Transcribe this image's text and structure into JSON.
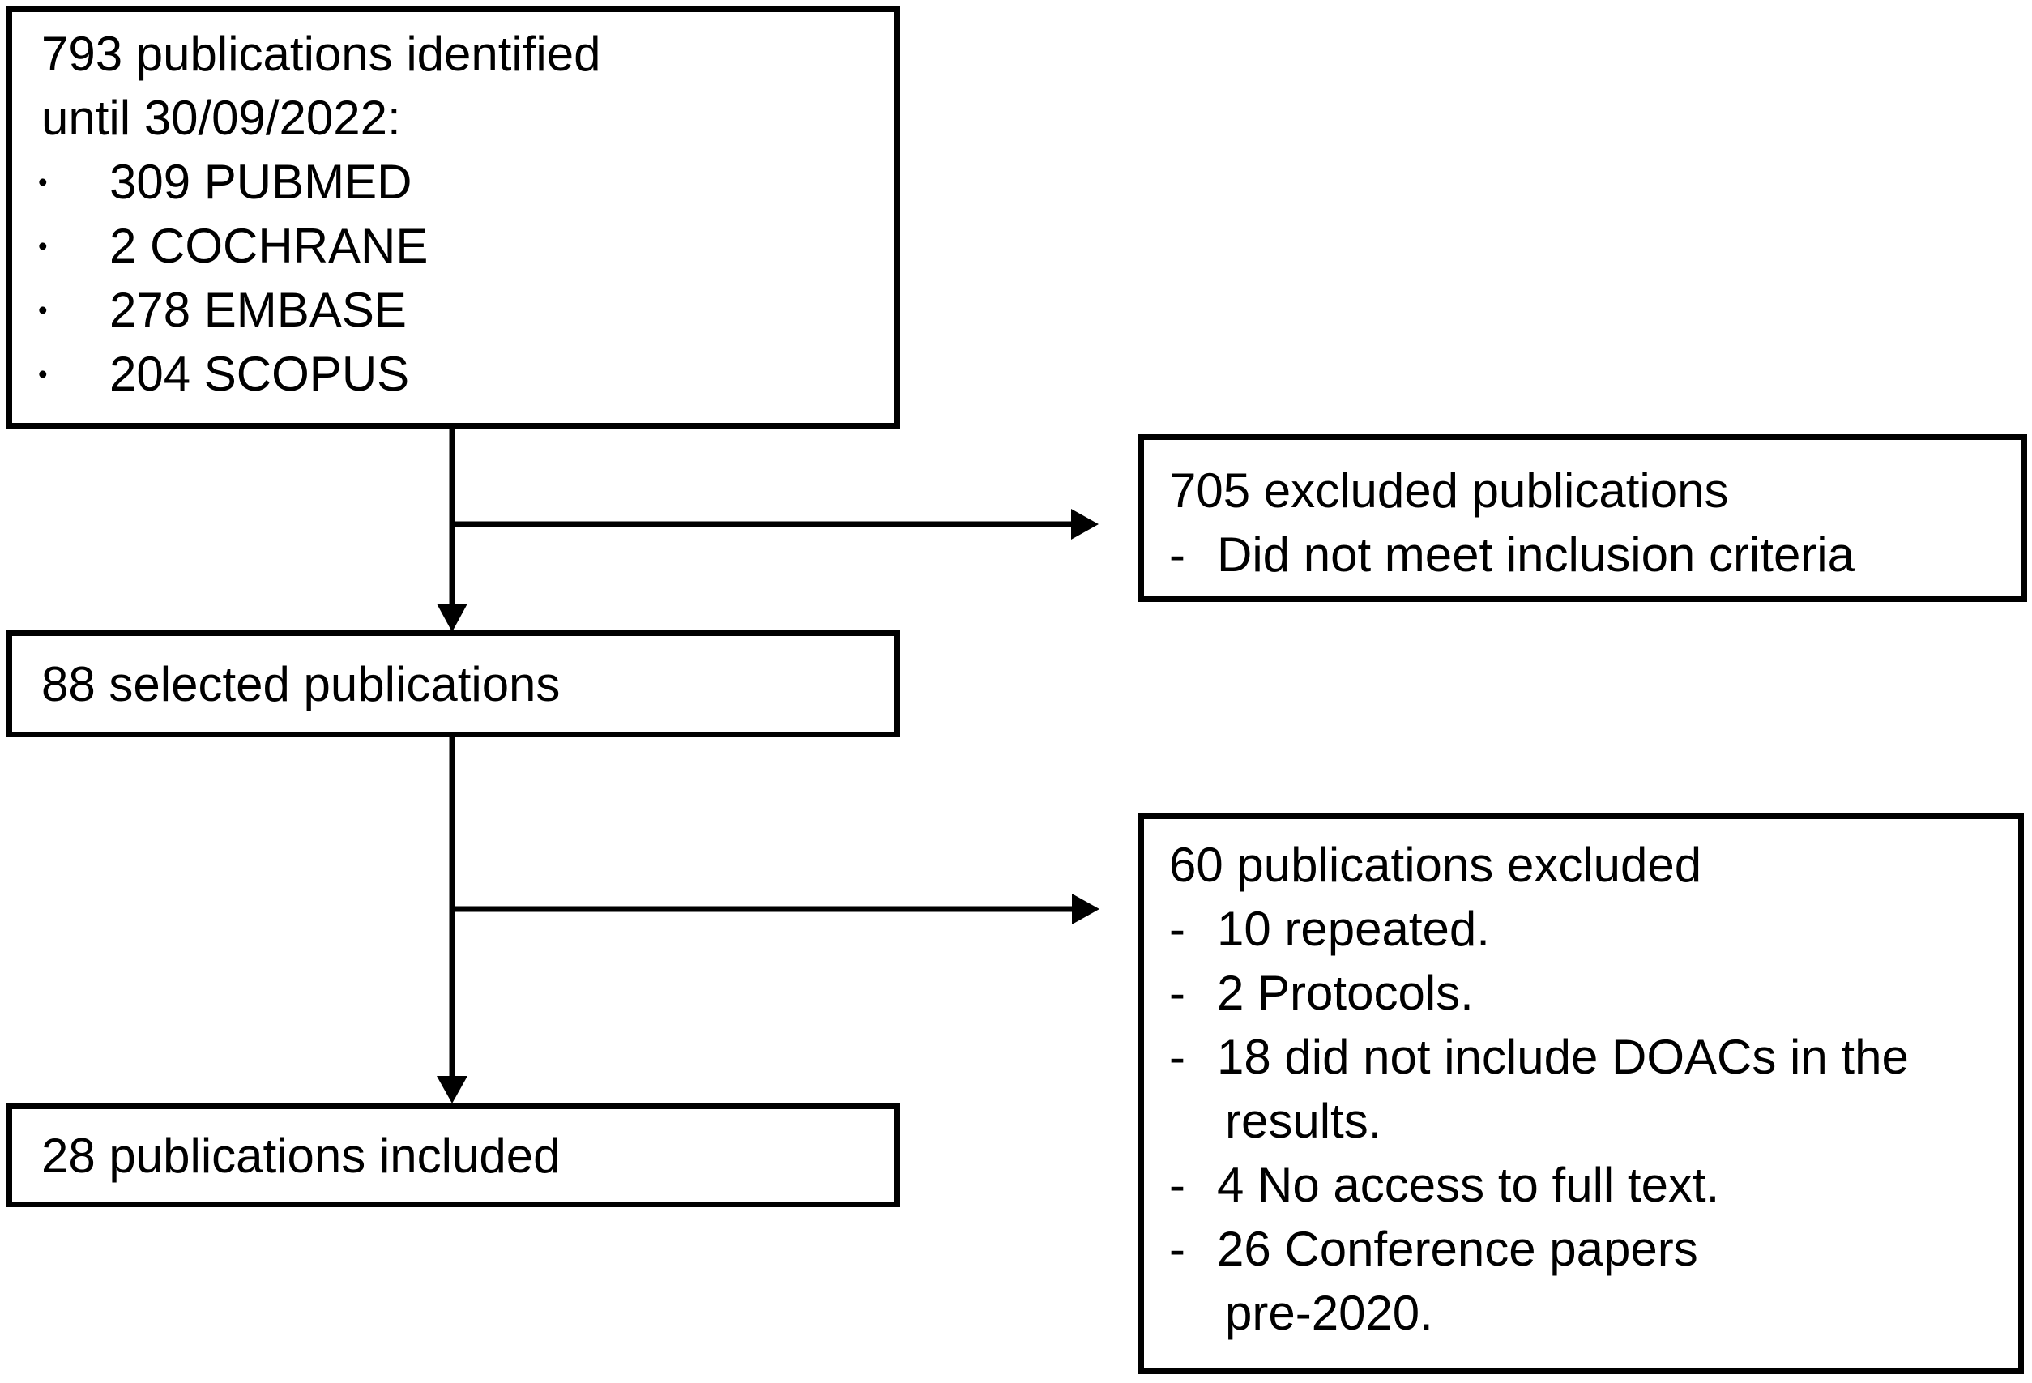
{
  "colors": {
    "ink": "#000000",
    "paper": "#ffffff"
  },
  "flow": {
    "identified": {
      "intro_lines": [
        "793 publications identified",
        "until 30/09/2022:"
      ],
      "sources": [
        "309 PUBMED",
        "2 COCHRANE",
        "278 EMBASE",
        "204 SCOPUS"
      ]
    },
    "excluded_first": {
      "title": "705 excluded publications",
      "reasons": [
        {
          "lines": [
            "Did not meet inclusion criteria"
          ]
        }
      ]
    },
    "selected": {
      "label": "88 selected publications"
    },
    "excluded_second": {
      "title": "60 publications excluded",
      "reasons": [
        {
          "lines": [
            "10 repeated."
          ]
        },
        {
          "lines": [
            "2 Protocols."
          ]
        },
        {
          "lines": [
            "18 did not include DOACs in the",
            "results."
          ]
        },
        {
          "lines": [
            "4 No access to full text."
          ]
        },
        {
          "lines": [
            "26 Conference papers",
            "pre-2020."
          ]
        }
      ]
    },
    "included": {
      "label": "28 publications included"
    }
  }
}
